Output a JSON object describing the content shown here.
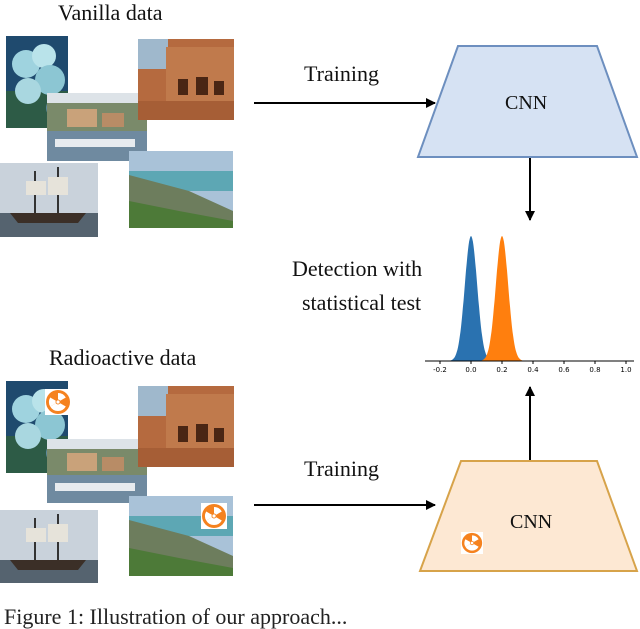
{
  "vanilla": {
    "label": "Vanilla data",
    "arrow_label": "Training",
    "model_label": "CNN"
  },
  "radioactive": {
    "label": "Radioactive data",
    "arrow_label": "Training",
    "model_label": "CNN"
  },
  "detection": {
    "line1": "Detection with",
    "line2": "statistical test"
  },
  "plot": {
    "ticks": [
      "-0.2",
      "0.0",
      "0.2",
      "0.4",
      "0.6",
      "0.8",
      "1.0"
    ],
    "colors": {
      "blue": "#2a72b0",
      "orange": "#ff7f0e"
    }
  },
  "colors": {
    "vanilla_box_fill": "#d6e2f3",
    "vanilla_box_stroke": "#6d8fbf",
    "radio_box_fill": "#fde8d3",
    "radio_box_stroke": "#d7a34a",
    "radioactive_mark": "#f5821f"
  },
  "caption": "Figure 1: Illustration of our approach..."
}
